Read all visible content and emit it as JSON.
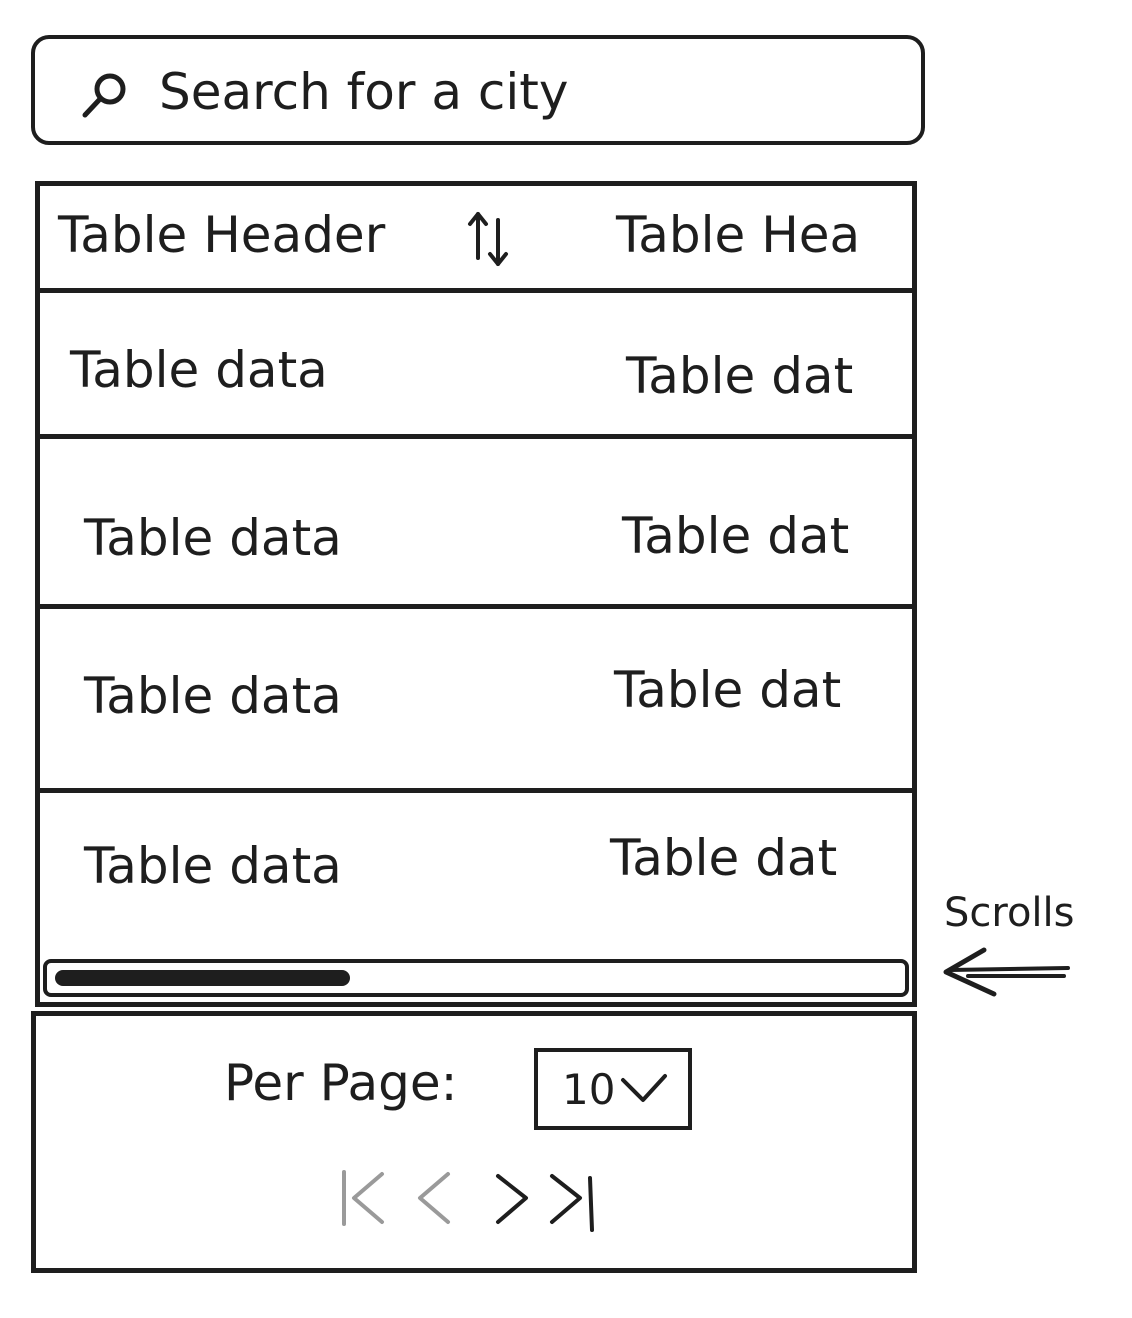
{
  "search": {
    "placeholder": "Search for a city"
  },
  "table": {
    "headers": [
      "Table Header",
      "Table Hea"
    ],
    "rows": [
      [
        "Table data",
        "Table dat"
      ],
      [
        "Table data",
        "Table dat"
      ],
      [
        "Table data",
        "Table dat"
      ],
      [
        "Table data",
        "Table dat"
      ]
    ],
    "scroll_position": 0.35
  },
  "annotation": {
    "text": "Scrolls"
  },
  "pagination": {
    "per_page_label": "Per Page:",
    "per_page_value": "10",
    "controls": [
      {
        "name": "first-page",
        "disabled": true
      },
      {
        "name": "previous-page",
        "disabled": true
      },
      {
        "name": "next-page",
        "disabled": false
      },
      {
        "name": "last-page",
        "disabled": false
      }
    ]
  },
  "colors": {
    "ink": "#1e1e1e",
    "disabled": "#9a9a9a",
    "background": "#ffffff"
  },
  "icons": [
    "search-icon",
    "sort-icon",
    "chevron-down-icon",
    "first-page-icon",
    "previous-page-icon",
    "next-page-icon",
    "last-page-icon",
    "arrow-left-icon"
  ]
}
